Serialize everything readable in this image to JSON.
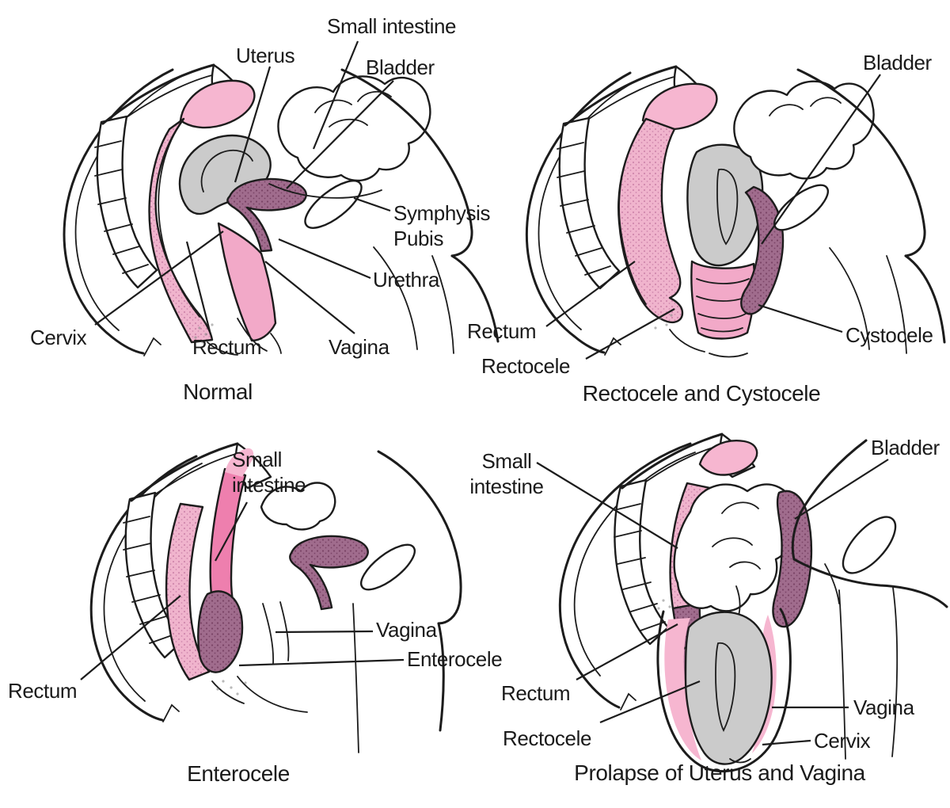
{
  "panels": {
    "normal": {
      "caption": "Normal",
      "labels": {
        "small_intestine": "Small intestine",
        "uterus": "Uterus",
        "bladder": "Bladder",
        "symphysis_pubis": "Symphysis Pubis",
        "urethra": "Urethra",
        "cervix": "Cervix",
        "rectum": "Rectum",
        "vagina": "Vagina"
      }
    },
    "rectocele_cystocele": {
      "caption": "Rectocele and Cystocele",
      "labels": {
        "bladder": "Bladder",
        "rectum": "Rectum",
        "rectocele": "Rectocele",
        "cystocele": "Cystocele"
      }
    },
    "enterocele": {
      "caption": "Enterocele",
      "labels": {
        "small_intestine": "Small intestine",
        "vagina": "Vagina",
        "enterocele": "Enterocele",
        "rectum": "Rectum"
      }
    },
    "prolapse_uterus_vagina": {
      "caption": "Prolapse of Uterus and Vagina",
      "labels": {
        "small_intestine": "Small intestine",
        "bladder": "Bladder",
        "rectum": "Rectum",
        "rectocele": "Rectocele",
        "vagina": "Vagina",
        "cervix": "Cervix"
      }
    }
  },
  "colors": {
    "outline": "#1c1c1c",
    "text": "#1a1a1a",
    "light_pink": "#f6b6d0",
    "stipple_pink": "#f0b4cd",
    "stipple_pink_dot": "#d088ad",
    "bright_pink": "#ee7fae",
    "vagina_pink": "#f2a9c8",
    "vagina_stripe": "#c47ba1",
    "mauve": "#a06c8d",
    "mauve_dot": "#7a4466",
    "organ_gray": "#cbcbcb",
    "background": "#ffffff"
  }
}
